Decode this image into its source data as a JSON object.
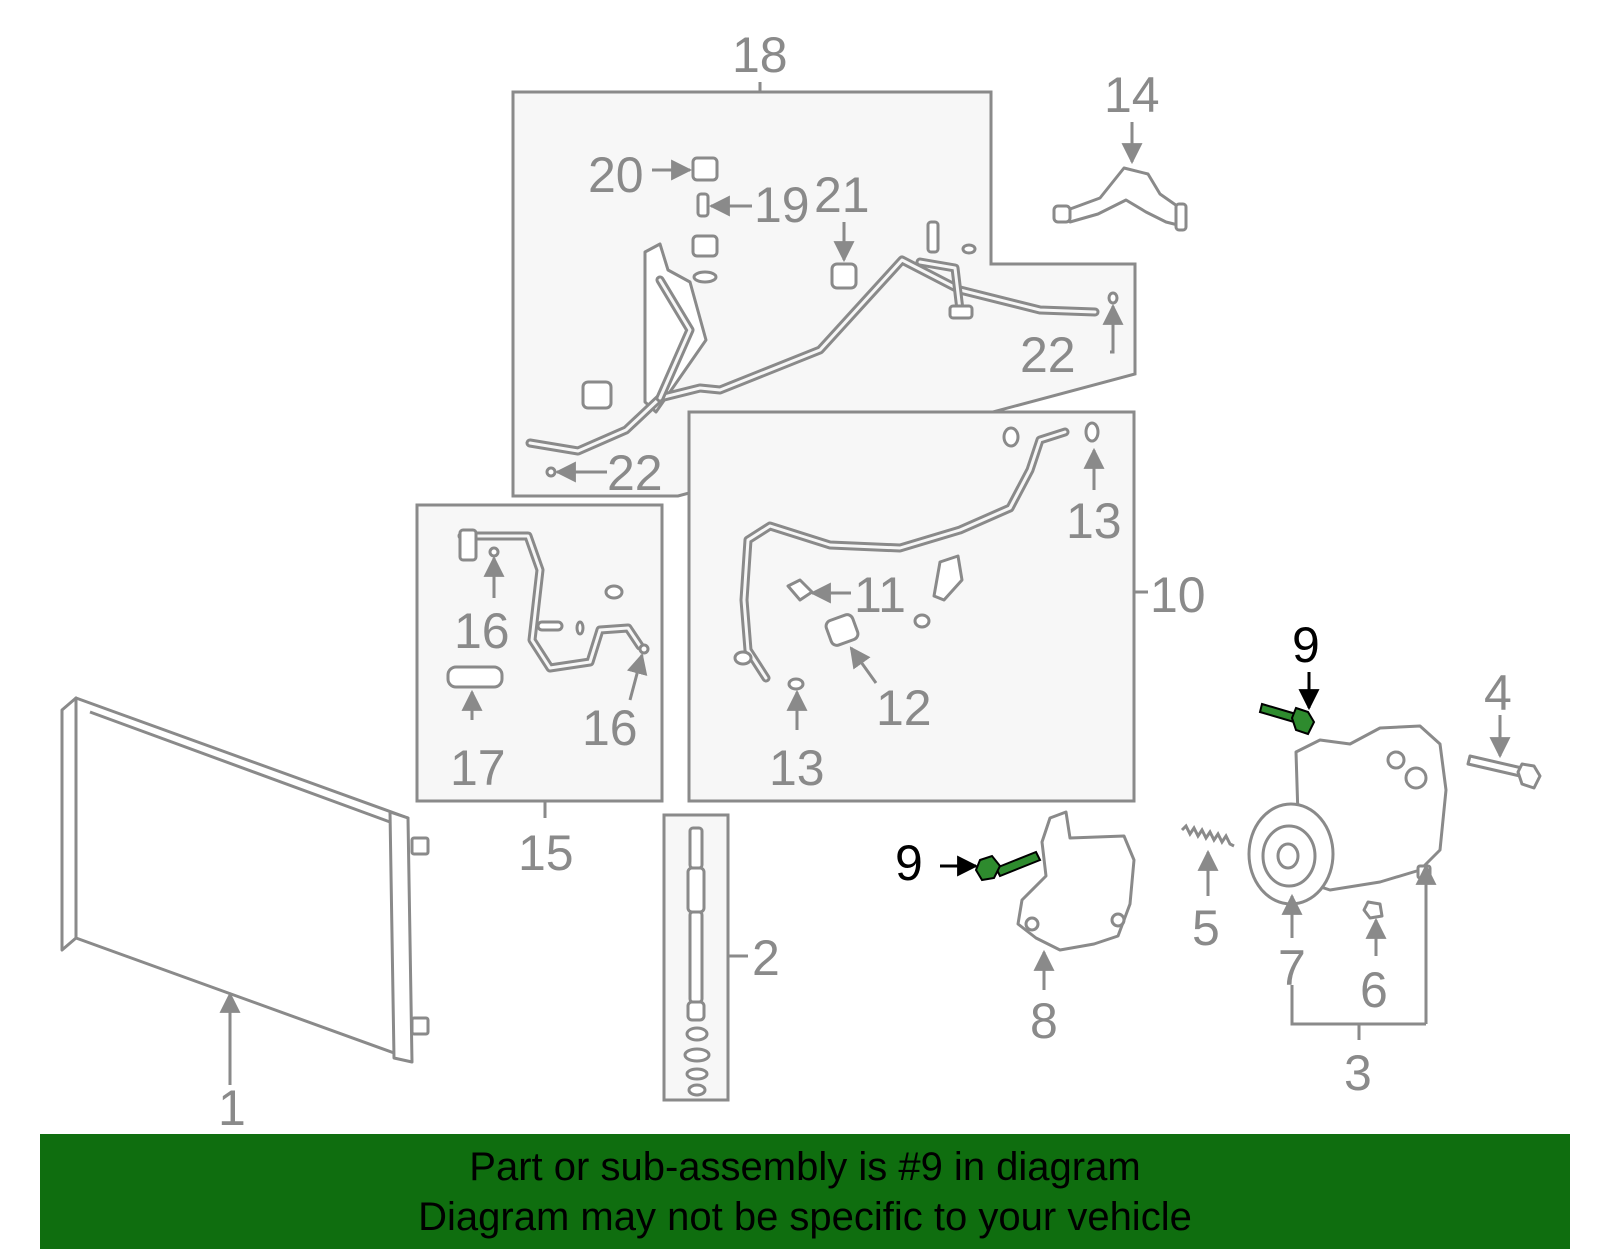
{
  "callouts": {
    "c1": "1",
    "c2": "2",
    "c3": "3",
    "c4": "4",
    "c5": "5",
    "c6": "6",
    "c7": "7",
    "c8": "8",
    "c9a": "9",
    "c9b": "9",
    "c10": "10",
    "c11": "11",
    "c12": "12",
    "c13a": "13",
    "c13b": "13",
    "c14": "14",
    "c15": "15",
    "c16a": "16",
    "c16b": "16",
    "c17": "17",
    "c18": "18",
    "c19": "19",
    "c20": "20",
    "c21": "21",
    "c22a": "22",
    "c22b": "22"
  },
  "highlight_part": "9",
  "banner": {
    "line1": "Part or sub-assembly is #9 in diagram",
    "line2": "Diagram may not be specific to your vehicle"
  },
  "colors": {
    "diagram_gray": "#8a8a8a",
    "box_fill": "#f7f7f7",
    "highlight_green": "#2e8b2e",
    "banner_green": "#0f6e0f"
  }
}
